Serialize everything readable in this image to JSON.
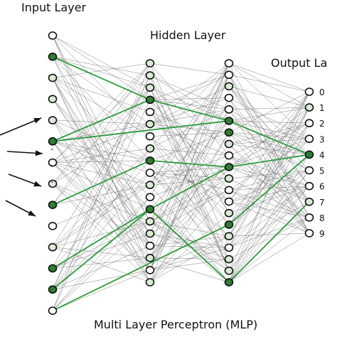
{
  "labels": {
    "input_layer": "Input Layer",
    "hidden_layer": "Hidden Layer",
    "output_layer": "Output La",
    "caption": "Multi Layer Perceptron (MLP)",
    "dots": "·\n·\n·"
  },
  "output_digits": [
    "0",
    "1",
    "2",
    "3",
    "4",
    "5",
    "6",
    "7",
    "8",
    "9"
  ],
  "colors": {
    "node_stroke": "#111111",
    "node_white": "#ffffff",
    "node_light": "#d9ecd4",
    "node_dark": "#2e7d32",
    "edge_gray": "#555555",
    "edge_green": "#2e9a3e",
    "arrow": "#111111"
  },
  "layers": {
    "input": [
      "white",
      "dark",
      "light",
      "light",
      "light",
      "dark",
      "white",
      "light",
      "dark",
      "white",
      "light",
      "dark",
      "dark",
      "white"
    ],
    "hidden1": [
      "light",
      "light",
      "light",
      "dark",
      "white",
      "light",
      "white",
      "light",
      "dark",
      "white",
      "light",
      "white",
      "dark",
      "light",
      "light",
      "white",
      "light",
      "white",
      "light"
    ],
    "hidden2": [
      "white",
      "white",
      "light",
      "white",
      "white",
      "dark",
      "dark",
      "light",
      "white",
      "dark",
      "light",
      "white",
      "white",
      "light",
      "dark",
      "light",
      "white",
      "light",
      "light",
      "dark"
    ],
    "output": [
      "white",
      "light",
      "white",
      "white",
      "dark",
      "white",
      "white",
      "light",
      "white",
      "white"
    ]
  },
  "highlight_paths": [
    [
      "input",
      1,
      "hidden1",
      3
    ],
    [
      "input",
      5,
      "hidden1",
      3
    ],
    [
      "input",
      5,
      "hidden2",
      5
    ],
    [
      "input",
      8,
      "hidden1",
      8
    ],
    [
      "input",
      11,
      "hidden1",
      12
    ],
    [
      "input",
      12,
      "hidden1",
      12
    ],
    [
      "input",
      13,
      "hidden2",
      14
    ],
    [
      "hidden1",
      3,
      "hidden2",
      5
    ],
    [
      "hidden1",
      8,
      "hidden2",
      9
    ],
    [
      "hidden1",
      12,
      "hidden2",
      9
    ],
    [
      "hidden1",
      12,
      "hidden2",
      19
    ],
    [
      "hidden2",
      5,
      "output",
      4
    ],
    [
      "hidden2",
      9,
      "output",
      4
    ],
    [
      "hidden2",
      14,
      "output",
      4
    ],
    [
      "hidden2",
      19,
      "output",
      7
    ]
  ]
}
